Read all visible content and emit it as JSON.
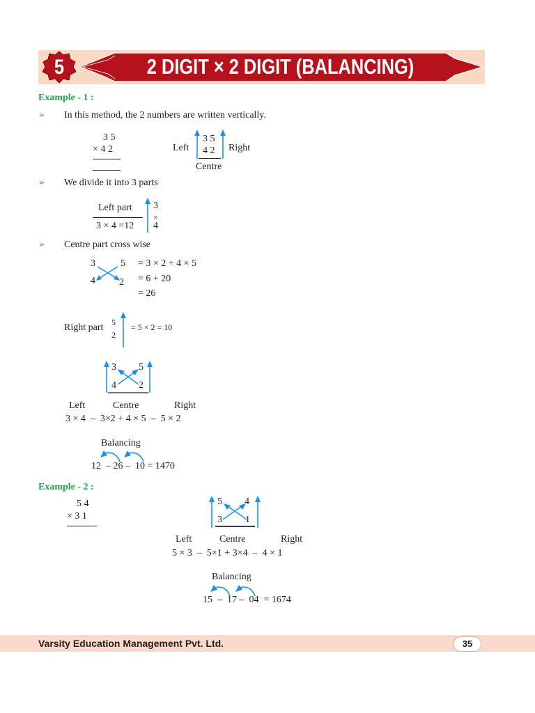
{
  "header": {
    "chapter_number": "5",
    "title": "2 DIGIT × 2 DIGIT (BALANCING)",
    "colors": {
      "band": "#fbd9c4",
      "ribbon": "#b5121b",
      "text": "#ffffff"
    }
  },
  "example1": {
    "heading": "Example - 1 :",
    "bullets": [
      "In this method, the 2 numbers are written vertically.",
      "We divide it into 3 parts",
      "Centre part cross wise"
    ],
    "problem": {
      "top": "3 5",
      "bottom": "× 4 2"
    },
    "layout_diagram": {
      "left_label": "Left",
      "right_label": "Right",
      "centre_label": "Centre",
      "top": "3 5",
      "bottom": "4 2"
    },
    "left_part": {
      "label": "Left part",
      "calc": "3 × 4 =12",
      "digit_top": "3",
      "op": "×",
      "digit_bottom": "4"
    },
    "centre_part": {
      "tl": "3",
      "tr": "5",
      "bl": "4",
      "br": "2",
      "lines": [
        "= 3 × 2 + 4 × 5",
        "= 6 + 20",
        "= 26"
      ]
    },
    "right_part": {
      "label": "Right part",
      "digit_top": "5",
      "digit_bottom": "2",
      "calc": "= 5 × 2 = 10"
    },
    "combined": {
      "tl": "3",
      "tr": "5",
      "bl": "4",
      "br": "2"
    },
    "summary": {
      "labels": [
        "Left",
        "Centre",
        "Right"
      ],
      "expression": "3 × 4  –  3×2 + 4 × 5  –  5 × 2"
    },
    "balancing": {
      "label": "Balancing",
      "expression": "12  – 26 –  10 = 1470"
    }
  },
  "example2": {
    "heading": "Example - 2 :",
    "problem": {
      "top": "5 4",
      "bottom": "× 3 1"
    },
    "combined": {
      "tl": "5",
      "tr": "4",
      "bl": "3",
      "br": "1"
    },
    "summary": {
      "labels": [
        "Left",
        "Centre",
        "Right"
      ],
      "expression": "5 × 3  –  5×1 + 3×4  –  4 × 1"
    },
    "balancing": {
      "label": "Balancing",
      "expression": "15  –  17 –  04  = 1674"
    }
  },
  "footer": {
    "publisher": "Varsity Education Management Pvt. Ltd.",
    "page_number": "35"
  },
  "colors": {
    "arrow": "#1e8fe8",
    "heading_green": "#1aa64a",
    "bullet_orange": "#f26522"
  }
}
